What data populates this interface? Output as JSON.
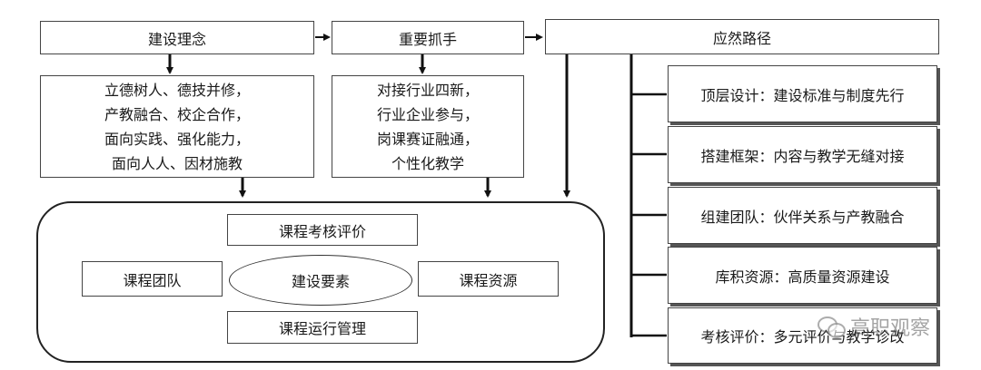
{
  "top": {
    "concept": "建设理念",
    "lever": "重要抓手",
    "path": "应然路径"
  },
  "concept_items": [
    "立德树人、德技并修，",
    "产教融合、校企合作，",
    "面向实践、强化能力，",
    "面向人人、因材施教"
  ],
  "lever_items": [
    "对接行业四新，",
    "行业企业参与，",
    "岗课赛证融通，",
    "个性化教学"
  ],
  "center": {
    "core": "建设要素",
    "top": "课程考核评价",
    "left": "课程团队",
    "right": "课程资源",
    "bottom": "课程运行管理"
  },
  "path_items": [
    "顶层设计：建设标准与制度先行",
    "搭建框架：内容与教学无缝对接",
    "组建团队：伙伴关系与产教融合",
    "库积资源：高质量资源建设",
    "考核评价：多元评价与教学诊改"
  ],
  "watermark": "高职观察"
}
